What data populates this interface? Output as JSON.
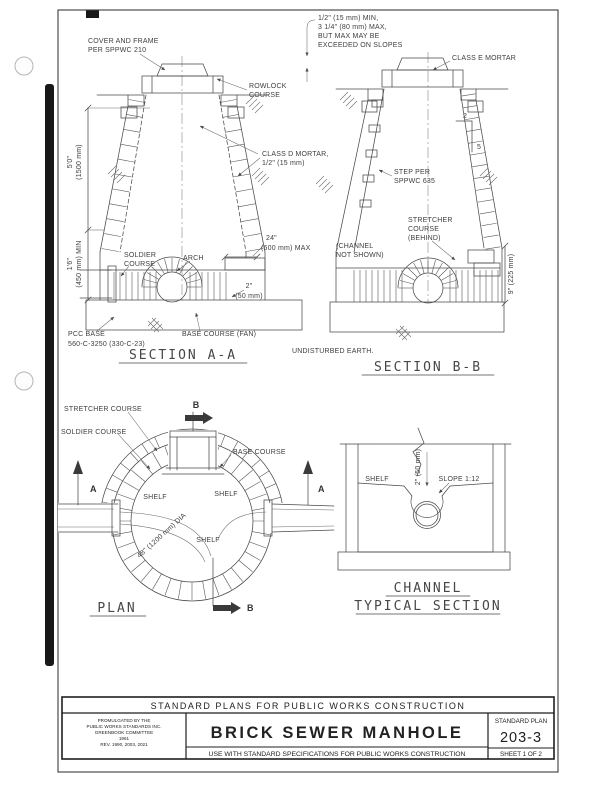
{
  "section_aa": {
    "cover_frame": [
      "COVER AND FRAME",
      "PER SPPWC 210"
    ],
    "gap_note": [
      "1/2\" (15 mm) MIN,",
      "3 1/4\" (80 mm) MAX,",
      "BUT MAX MAY BE",
      "EXCEEDED ON SLOPES"
    ],
    "rowlock": [
      "ROWLOCK",
      "COURSE"
    ],
    "class_d": [
      "CLASS D MORTAR,",
      "1/2\" (15 mm)"
    ],
    "dim_cone": [
      "5'0\"",
      "(1500 mm)"
    ],
    "dim_shaft": [
      "1'6\"",
      "(450 mm) MIN"
    ],
    "soldier": [
      "SOLDIER",
      "COURSE"
    ],
    "arch": "ARCH",
    "dim_width": [
      "24\"",
      "(600 mm) MAX"
    ],
    "dim_depth": [
      "2\"",
      "(50 mm)"
    ],
    "pcc": [
      "PCC BASE",
      "560-C-3250 (330-C-23)"
    ],
    "base_fan": "BASE COURSE (FAN)",
    "title": "SECTION A-A"
  },
  "section_bb": {
    "class_e": "CLASS E MORTAR",
    "slope": [
      "2",
      "5"
    ],
    "step": [
      "STEP PER",
      "SPPWC 635"
    ],
    "stretcher": [
      "STRETCHER",
      "COURSE",
      "(BEHIND)"
    ],
    "channel": [
      "(CHANNEL",
      "NOT SHOWN)"
    ],
    "dim_base": "9\" (225 mm)",
    "earth": "UNDISTURBED EARTH.",
    "title": "SECTION B-B"
  },
  "plan": {
    "stretcher": "STRETCHER COURSE",
    "soldier": "SOLDIER COURSE",
    "base_course": "BASE COURSE",
    "shelf": "SHELF",
    "dia": "48\" (1200 mm) DIA",
    "marker_a": "A",
    "marker_b": "B",
    "title": "PLAN"
  },
  "channel_section": {
    "shelf": "SHELF",
    "slope": "SLOPE 1:12",
    "dim": "2\" (50 mm)",
    "title": [
      "CHANNEL",
      "TYPICAL SECTION"
    ]
  },
  "title_block": {
    "banner": "STANDARD PLANS FOR PUBLIC WORKS CONSTRUCTION",
    "promulgated": [
      "PROMULGATED BY THE",
      "PUBLIC WORKS STANDARDS INC.",
      "GREENBOOK COMMITTEE",
      "1961",
      "REV. 1990, 2003, 2021"
    ],
    "sheet_title": "BRICK SEWER MANHOLE",
    "use_note": "USE WITH STANDARD SPECIFICATIONS FOR PUBLIC WORKS CONSTRUCTION",
    "standard_plan_label": "STANDARD PLAN",
    "plan_number": "203-3",
    "sheet_number": "SHEET 1 OF 2"
  },
  "colors": {
    "ink": "#4a4a4a",
    "black": "#1c1c1c",
    "paper": "#ffffff"
  }
}
